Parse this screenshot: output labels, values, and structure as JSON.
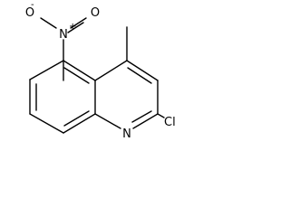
{
  "molecule": {
    "atoms": {
      "nitro_o_left": "O",
      "nitro_o_left_charge": "-",
      "nitro_n": "N",
      "nitro_n_charge": "+",
      "nitro_o_right": "O",
      "ring_n": "N",
      "cl": "Cl"
    }
  },
  "colors": {
    "bond": "#000000",
    "label": "#000000",
    "background": "#ffffff"
  }
}
